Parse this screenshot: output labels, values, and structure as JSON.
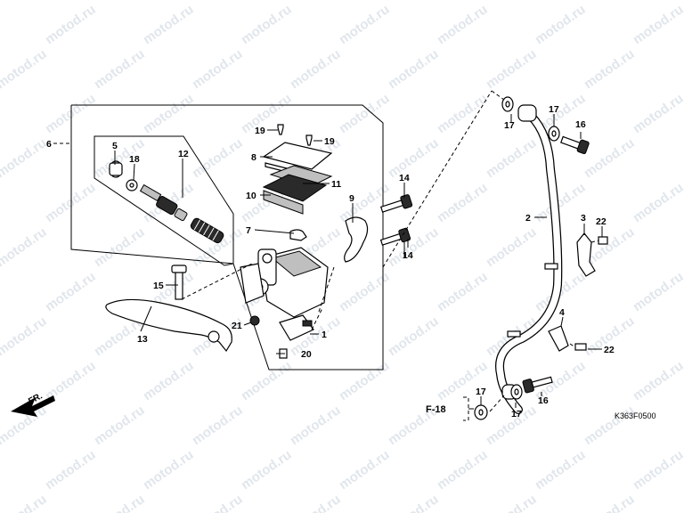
{
  "diagram": {
    "watermark_text": "motod.ru",
    "drawing_code": "K363F0500",
    "direction_label": "FR.",
    "reference_label": "F-18",
    "callouts": [
      "1",
      "2",
      "3",
      "4",
      "5",
      "6",
      "7",
      "8",
      "9",
      "10",
      "11",
      "12",
      "13",
      "14",
      "15",
      "16",
      "17",
      "18",
      "19",
      "20",
      "21",
      "22"
    ]
  }
}
